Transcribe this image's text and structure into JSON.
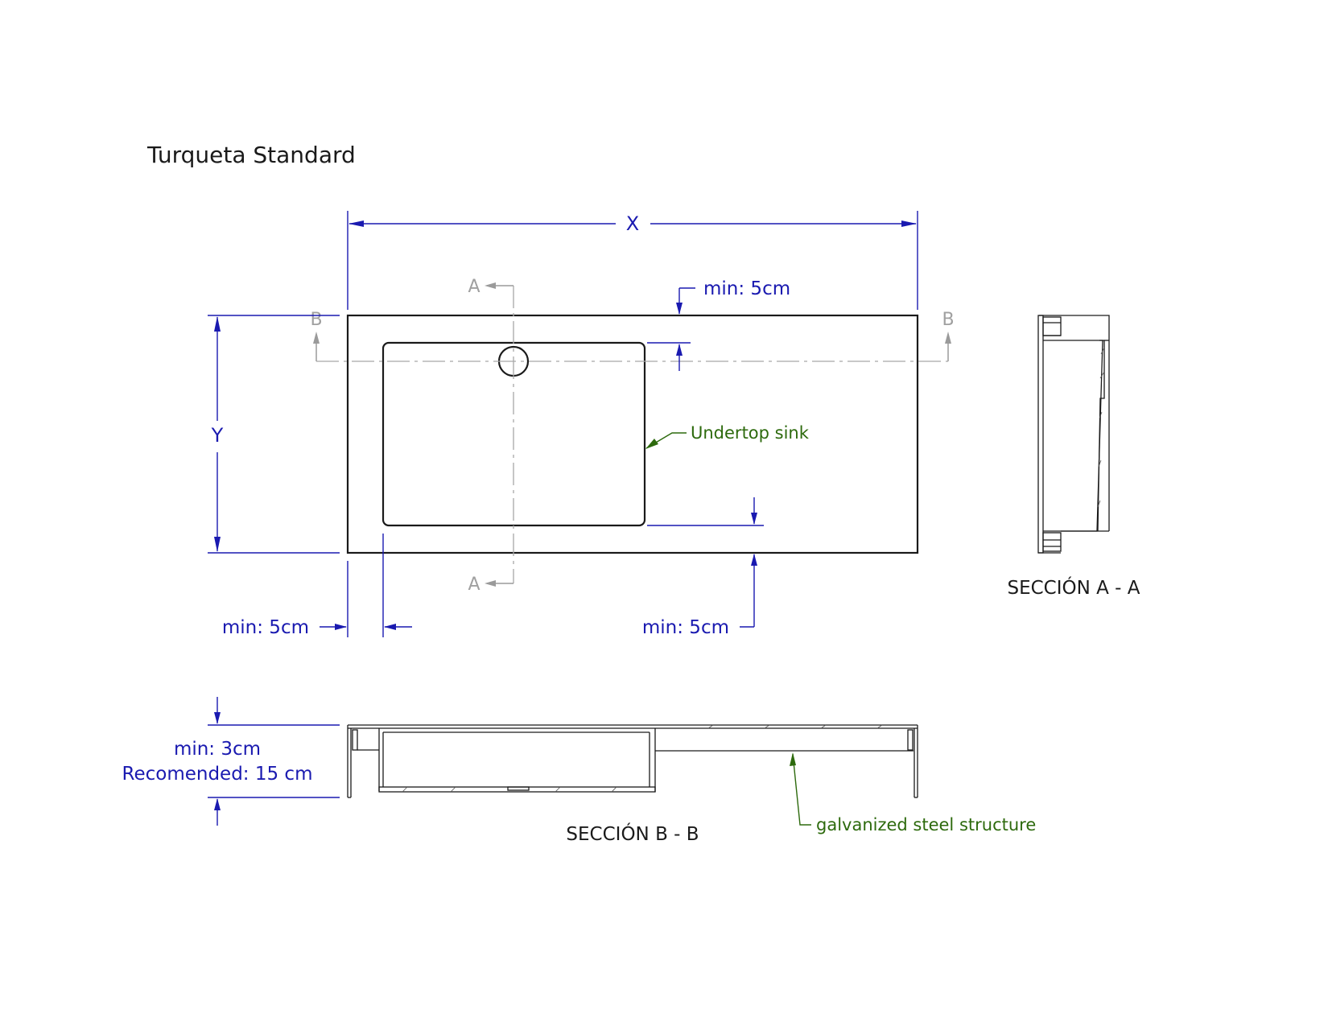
{
  "title": "Turqueta Standard",
  "dimensions": {
    "width_label": "X",
    "depth_label": "Y",
    "top_edge_min": "min: 5cm",
    "left_edge_min": "min: 5cm",
    "front_edge_min": "min: 5cm",
    "thickness_min": "min: 3cm",
    "thickness_recommended": "Recomended: 15 cm"
  },
  "annotations": {
    "sink": "Undertop sink",
    "structure": "galvanized steel structure"
  },
  "cut_markers": {
    "a_top": "A",
    "a_bottom": "A",
    "b_left": "B",
    "b_right": "B"
  },
  "sections": {
    "a_a": "SECCIÓN A - A",
    "b_b": "SECCIÓN B - B"
  },
  "colors": {
    "dimension": "#1a1ab0",
    "annotation": "#2d6a0d",
    "cutting_plane": "#9a9a9a",
    "outline": "#1a1a1a"
  }
}
